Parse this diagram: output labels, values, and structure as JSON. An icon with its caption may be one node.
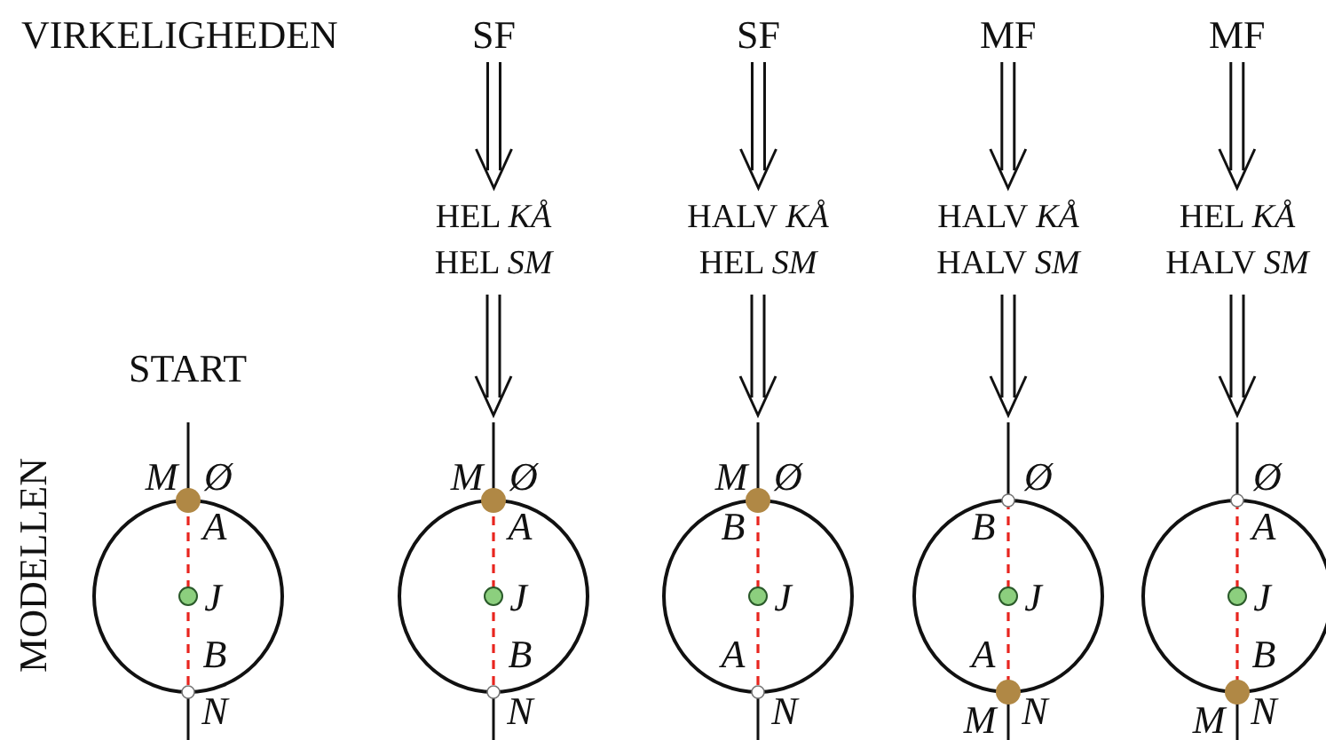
{
  "diagram": {
    "nodes": [
      {
        "text": [
          "SF"
        ]
      },
      {
        "text": [
          "SF"
        ]
      },
      {
        "text": [
          "MF"
        ]
      },
      {
        "text": [
          "MF"
        ]
      },
      {
        "text": [
          "HEL *KÅ*",
          "HEL *SM*"
        ]
      },
      {
        "text": [
          "HALV *KÅ*",
          "HEL *SM*"
        ]
      },
      {
        "text": [
          "HALV *KÅ*",
          "HALV *SM*"
        ]
      },
      {
        "text": [
          "HEL *KÅ*",
          "HALV *SM*"
        ]
      },
      {
        "text": [
          "M",
          "Ø",
          "A",
          "J",
          "B",
          "N"
        ],
        "beside": [
          "START"
        ]
      },
      {
        "text": [
          "M",
          "Ø",
          "A",
          "J",
          "B",
          "N"
        ]
      },
      {
        "text": [
          "M",
          "Ø",
          "B",
          "J",
          "A",
          "N"
        ]
      },
      {
        "text": [
          "Ø",
          "B",
          "J",
          "A",
          "M",
          "N"
        ]
      },
      {
        "text": [
          "Ø",
          "A",
          "J",
          "B",
          "M",
          "N"
        ]
      }
    ],
    "edges": [
      {
        "from": 0,
        "to": 4,
        "arrow": "to"
      },
      {
        "from": 4,
        "to": 9,
        "arrow": "to"
      },
      {
        "from": 1,
        "to": 5,
        "arrow": "to"
      },
      {
        "from": 5,
        "to": 10,
        "arrow": "to"
      },
      {
        "from": 2,
        "to": 6,
        "arrow": "to"
      },
      {
        "from": 6,
        "to": 11,
        "arrow": "to"
      },
      {
        "from": 3,
        "to": 7,
        "arrow": "to"
      },
      {
        "from": 7,
        "to": 12,
        "arrow": "to"
      }
    ],
    "labels": [
      "VIRKELIGHEDEN",
      "MODELLEN"
    ]
  }
}
